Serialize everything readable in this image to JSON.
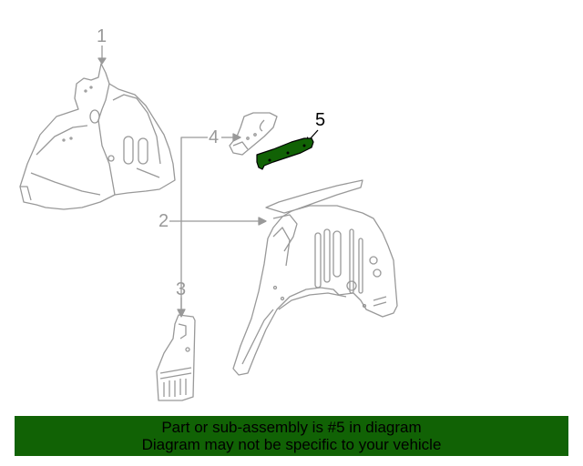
{
  "diagram": {
    "callouts": [
      {
        "id": "1",
        "label": "1"
      },
      {
        "id": "2",
        "label": "2"
      },
      {
        "id": "3",
        "label": "3"
      },
      {
        "id": "4",
        "label": "4"
      },
      {
        "id": "5",
        "label": "5"
      }
    ],
    "highlighted_part": "5",
    "colors": {
      "line": "#999999",
      "highlight_fill": "#116205",
      "highlight_stroke": "#000000"
    }
  },
  "banner": {
    "line1": "Part or sub-assembly is #5 in diagram",
    "line2": "Diagram may not be specific to your vehicle",
    "background": "#116205"
  }
}
